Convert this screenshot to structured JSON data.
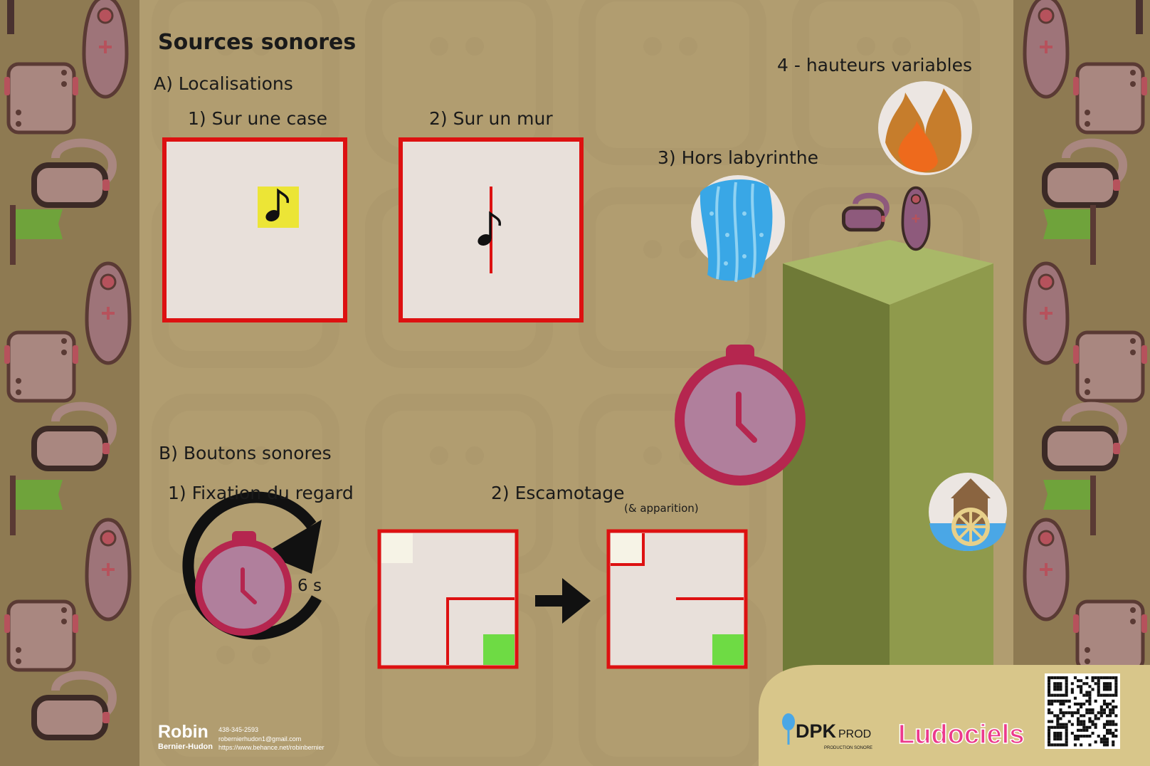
{
  "title": "Sources sonores",
  "section_a": {
    "heading": "A) Localisations",
    "item1": "1) Sur une case",
    "item2": "2) Sur un mur",
    "item3": "3) Hors labyrinthe",
    "item4": "4 - hauteurs variables"
  },
  "section_b": {
    "heading": "B) Boutons sonores",
    "item1": "1) Fixation du regard",
    "timer_label": "6 s",
    "item2": "2) Escamotage",
    "item2_note": "(& apparition)"
  },
  "author": {
    "first_name": "Robin",
    "last_name": "Bernier-Hudon",
    "phone": "438-345-2593",
    "email": "robernierhudon1@gmail.com",
    "website": "https://www.behance.net/robinbernier"
  },
  "logos": {
    "dpk_main": "DPK",
    "dpk_prod": "PROD",
    "dpk_sub": "PRODUCTION SONORE",
    "ludociels": "Ludociels"
  },
  "colors": {
    "background": "#b19d70",
    "sidebar": "#8e7a52",
    "panel_fill": "#e8e0da",
    "panel_border": "#dd1111",
    "note_highlight": "#ece536",
    "pillar_top": "#a9b868",
    "pillar_left": "#6f7a37",
    "pillar_right": "#8f9a4c",
    "clock_ring": "#b5264f",
    "clock_face": "#b07f9c",
    "green_tile": "#6edb44",
    "footer": "#d8c68a"
  },
  "icons": [
    "music-note-icon",
    "stopwatch-icon",
    "water-icon",
    "fire-icon",
    "vr-headset-icon",
    "vr-controller-icon",
    "watermill-icon",
    "arrow-right-icon",
    "circular-arrow-icon",
    "qr-code-icon",
    "microphone-icon",
    "flag-icon"
  ]
}
